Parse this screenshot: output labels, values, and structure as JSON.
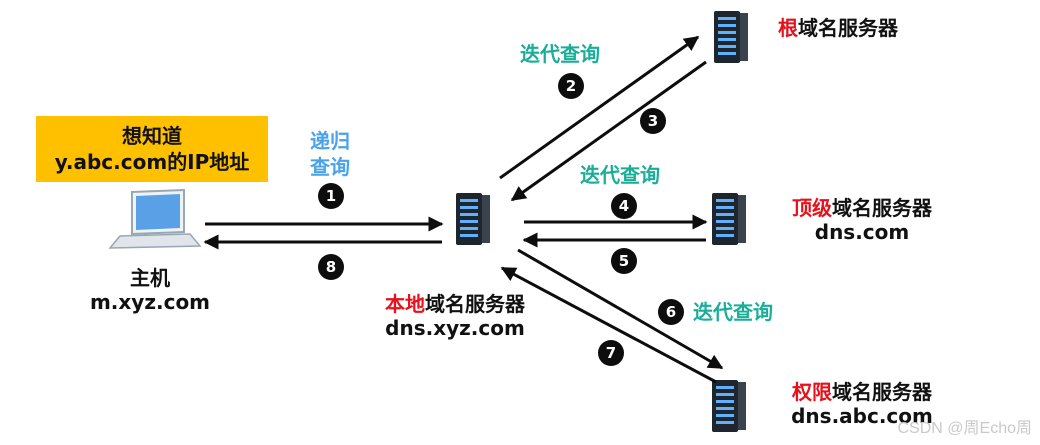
{
  "callout": {
    "line1": "想知道",
    "line2": "y.abc.com的IP地址"
  },
  "host": {
    "line1": "主机",
    "line2": "m.xyz.com"
  },
  "recursive_query": {
    "line1": "递归",
    "line2": "查询"
  },
  "local_server": {
    "name_red": "本地",
    "name_rest": "域名服务器",
    "domain": "dns.xyz.com"
  },
  "root_server": {
    "name_red": "根",
    "name_rest": "域名服务器"
  },
  "tld_server": {
    "name_red": "顶级",
    "name_rest": "域名服务器",
    "domain": "dns.com"
  },
  "auth_server": {
    "name_red": "权限",
    "name_rest": "域名服务器",
    "domain": "dns.abc.com"
  },
  "iterative_labels": [
    "迭代查询",
    "迭代查询",
    "迭代查询"
  ],
  "steps": [
    "1",
    "2",
    "3",
    "4",
    "5",
    "6",
    "7",
    "8"
  ],
  "watermark": "CSDN @周Echo周",
  "colors": {
    "callout_bg": "#ffc000",
    "teal": "#1aae99",
    "blue": "#4aa3e8",
    "red": "#e8101a",
    "server": "#222a33"
  }
}
